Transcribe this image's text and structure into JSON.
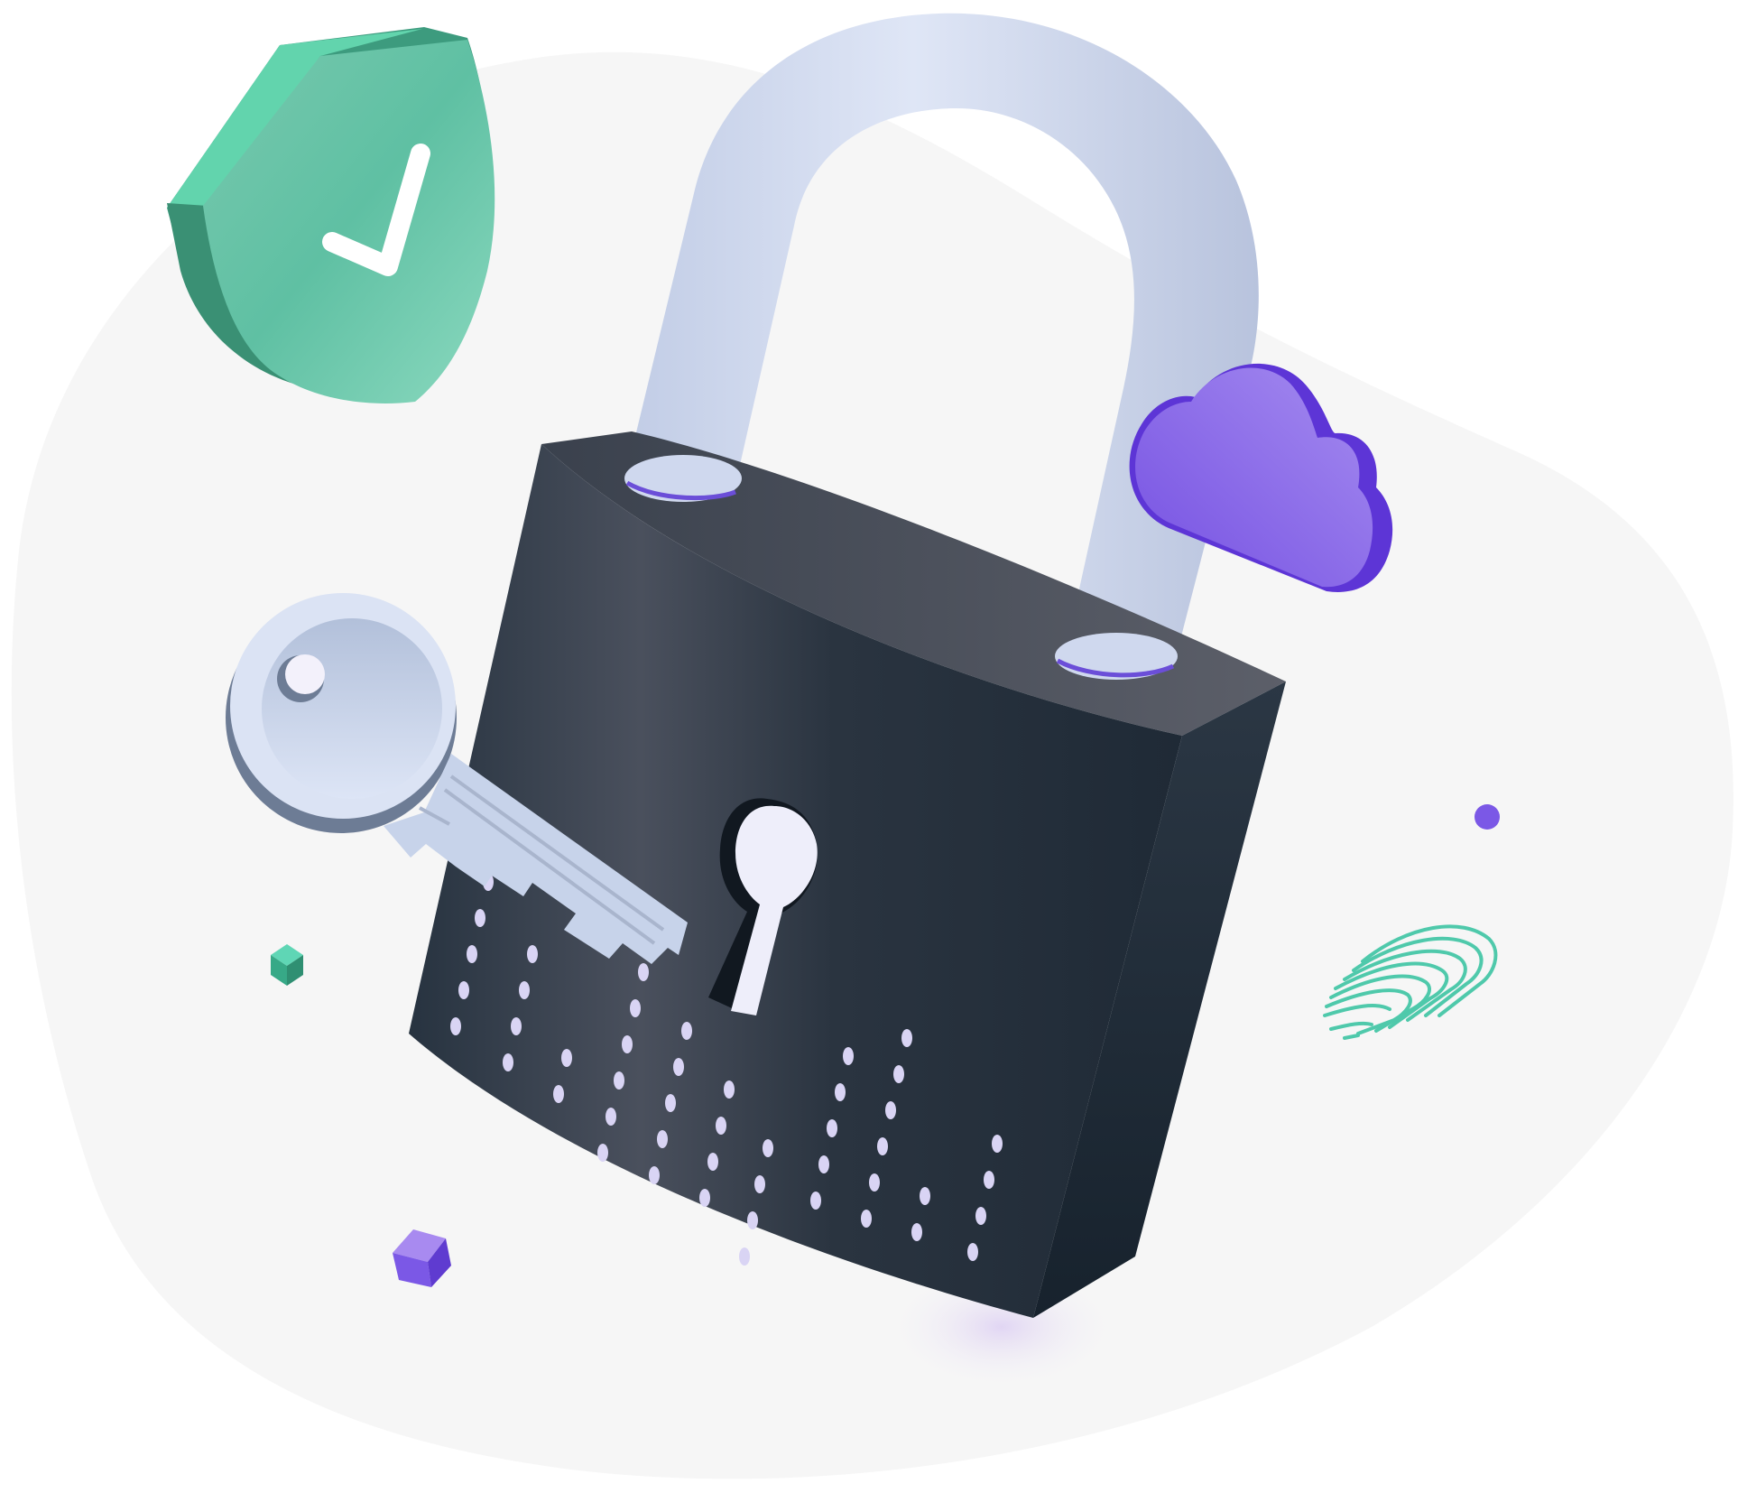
{
  "illustration": {
    "subject": "security-padlock",
    "elements": [
      "blob-background",
      "shield-check-icon",
      "padlock-icon",
      "key-icon",
      "cloud-icon",
      "fingerprint-icon",
      "green-cube",
      "purple-cube",
      "purple-dot"
    ]
  },
  "colors": {
    "background_blob": "#f6f6f6",
    "lock_body_dark": "#222d39",
    "lock_body_light": "#5a5e6a",
    "shackle": "#d2dcf0",
    "key": "#c9d4ea",
    "shield": "#4fc3a2",
    "cloud": "#8a63e8",
    "fingerprint": "#4fc9ab",
    "accent_purple": "#7b58e6",
    "dots": "#d9d4f4"
  }
}
